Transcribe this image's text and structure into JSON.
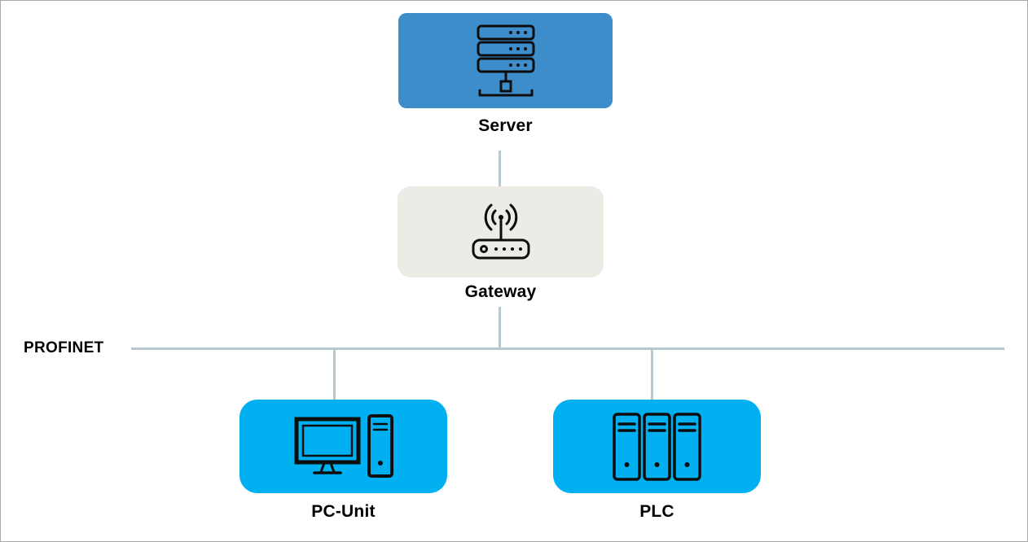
{
  "bus": {
    "label": "PROFINET"
  },
  "nodes": {
    "server": {
      "label": "Server"
    },
    "gateway": {
      "label": "Gateway"
    },
    "pc_unit": {
      "label": "PC-Unit"
    },
    "plc": {
      "label": "PLC"
    }
  },
  "icons": {
    "server": "server-rack-icon",
    "gateway": "wireless-router-icon",
    "pc_unit": "desktop-computer-icon",
    "plc": "plc-modules-icon"
  },
  "colors": {
    "server_fill": "#3e8dcb",
    "gateway_fill": "#ecebe5",
    "pc_unit_fill": "#00b0f0",
    "plc_fill": "#00b0f0",
    "connector": "#b7c8d0",
    "icon_stroke": "#0d0d0d",
    "label_text": "#000000",
    "canvas_background": "#ffffff"
  }
}
